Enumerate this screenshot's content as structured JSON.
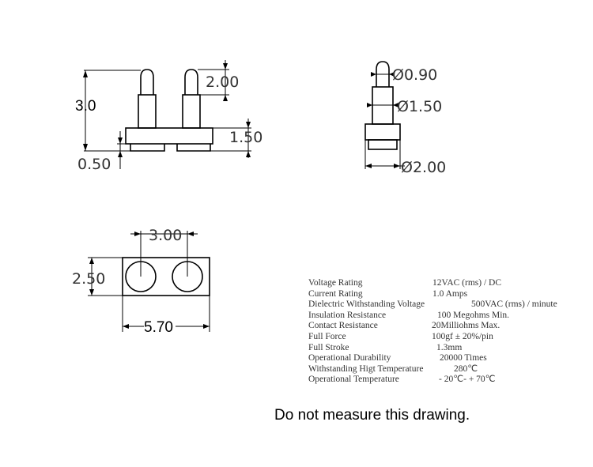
{
  "front_view": {
    "total_height": "3.0",
    "tip_height": "2.00",
    "base_height": "1.50",
    "bottom_offset": "0.50"
  },
  "side_view": {
    "tip_diameter": "Ø0.90",
    "shaft_diameter": "Ø1.50",
    "base_diameter": "Ø2.00"
  },
  "top_view": {
    "pitch": "3.00",
    "width": "2.50",
    "length": "5.70"
  },
  "specifications": [
    {
      "name": "Voltage Rating",
      "value": "12VAC (rms) / DC",
      "offset": 157
    },
    {
      "name": "Current Rating",
      "value": "1.0 Amps",
      "offset": 157
    },
    {
      "name": "Dielectric Withstanding Voltage",
      "value": "500VAC (rms) / minute",
      "offset": 206
    },
    {
      "name": "Insulation Resistance",
      "value": "100 Megohms Min.",
      "offset": 163
    },
    {
      "name": "Contact Resistance",
      "value": "20Milliohms Max.",
      "offset": 156
    },
    {
      "name": "Full Force",
      "value": "100gf ± 20%/pin",
      "offset": 156
    },
    {
      "name": "Full Stroke",
      "value": "1.3mm",
      "offset": 162
    },
    {
      "name": "Operational Durability",
      "value": "20000 Times",
      "offset": 166
    },
    {
      "name": "Withstanding Higt Temperature",
      "value": "280℃",
      "offset": 184
    },
    {
      "name": "Operational Temperature",
      "value": "- 20℃- + 70℃",
      "offset": 165
    }
  ],
  "note": "Do not measure this drawing.",
  "colors": {
    "line": "#000000",
    "text": "#333333",
    "background": "#ffffff"
  }
}
